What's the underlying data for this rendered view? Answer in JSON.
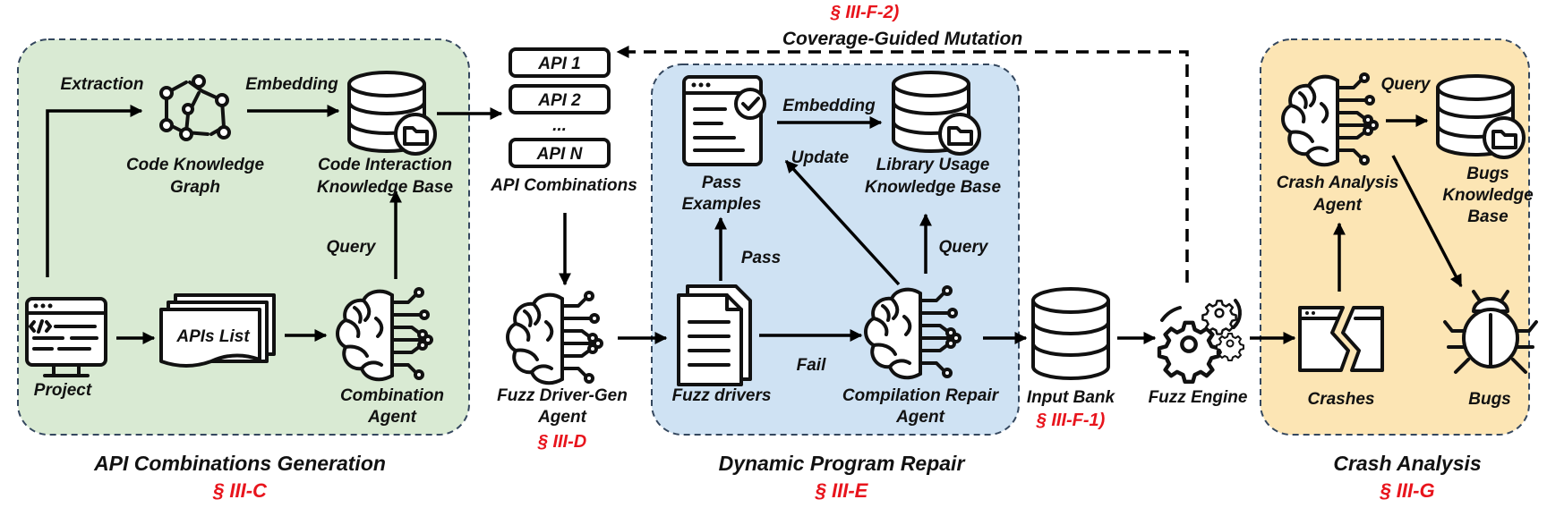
{
  "panels": {
    "api_generation": {
      "title": "API Combinations Generation",
      "section": "§ III-C",
      "color": "#d9ead3"
    },
    "program_repair": {
      "title": "Dynamic Program Repair",
      "section": "§ III-E",
      "color": "#cfe2f3"
    },
    "crash_analysis": {
      "title": "Crash Analysis",
      "section": "§ III-G",
      "color": "#fce5b4"
    }
  },
  "feedback": {
    "section": "§ III-F-2)",
    "label": "Coverage-Guided Mutation"
  },
  "nodes": {
    "project": "Project",
    "apis_list": "APIs List",
    "code_graph": [
      "Code Knowledge",
      "Graph"
    ],
    "code_kb": [
      "Code Interaction",
      "Knowledge Base"
    ],
    "combination_agent": [
      "Combination",
      "Agent"
    ],
    "api_items": [
      "API 1",
      "API 2",
      "...",
      "API N"
    ],
    "api_combinations": "API Combinations",
    "driver_agent": [
      "Fuzz Driver-Gen",
      "Agent"
    ],
    "driver_agent_section": "§ III-D",
    "fuzz_drivers": "Fuzz drivers",
    "pass_examples": [
      "Pass",
      "Examples"
    ],
    "library_kb": [
      "Library Usage",
      "Knowledge Base"
    ],
    "repair_agent": [
      "Compilation Repair",
      "Agent"
    ],
    "input_bank": "Input Bank",
    "input_bank_section": "§ III-F-1)",
    "fuzz_engine": "Fuzz Engine",
    "crashes": "Crashes",
    "bugs": "Bugs",
    "crash_agent": [
      "Crash Analysis",
      "Agent"
    ],
    "bugs_kb": [
      "Bugs",
      "Knowledge",
      "Base"
    ]
  },
  "edges": {
    "extraction": "Extraction",
    "embedding_1": "Embedding",
    "query_1": "Query",
    "embedding_2": "Embedding",
    "update": "Update",
    "pass": "Pass",
    "fail": "Fail",
    "query_2": "Query",
    "query_3": "Query"
  }
}
